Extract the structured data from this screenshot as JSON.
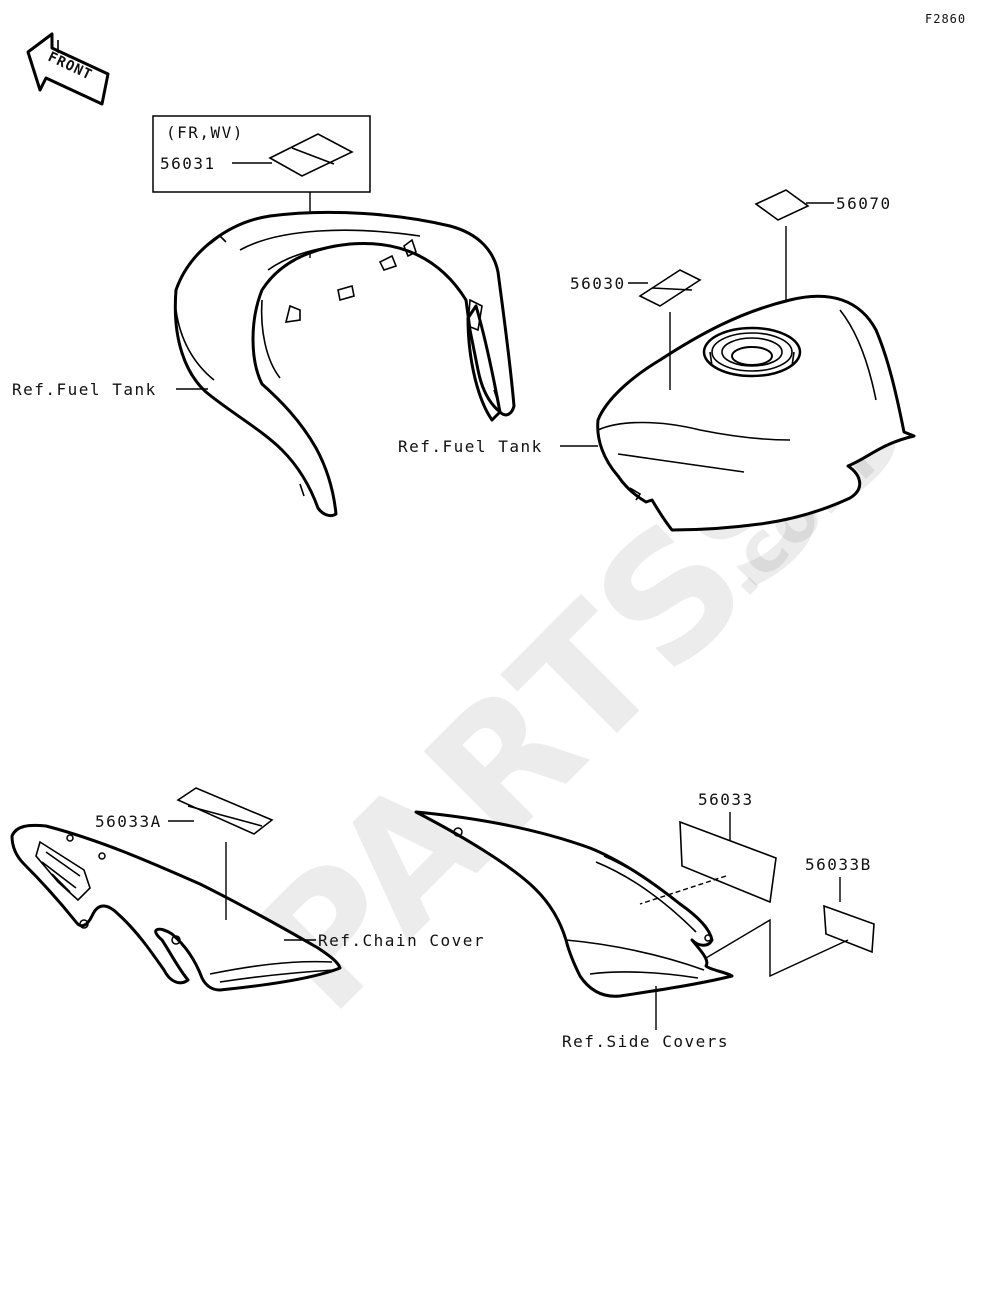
{
  "figure_code": "F2860",
  "direction_arrow": {
    "text": "FRONT",
    "icon": "front-arrow-icon"
  },
  "watermark": {
    "brand": "PARTSSS",
    "suffix": ".com"
  },
  "callout_box": {
    "variant": "(FR,WV)",
    "part_number": "56031"
  },
  "labels": {
    "p56070": "56070",
    "p56030": "56030",
    "p56033": "56033",
    "p56033A": "56033A",
    "p56033B": "56033B",
    "ref_fuel_tank_left": "Ref.Fuel Tank",
    "ref_fuel_tank_right": "Ref.Fuel Tank",
    "ref_chain_cover": "Ref.Chain Cover",
    "ref_side_covers": "Ref.Side Covers"
  },
  "icons": {
    "arrow": "front-arrow-icon",
    "seat_cover": "seat-cover-icon",
    "fuel_tank": "fuel-tank-icon",
    "chain_cover": "chain-cover-icon",
    "side_cover": "side-cover-icon",
    "decal": "decal-icon"
  }
}
